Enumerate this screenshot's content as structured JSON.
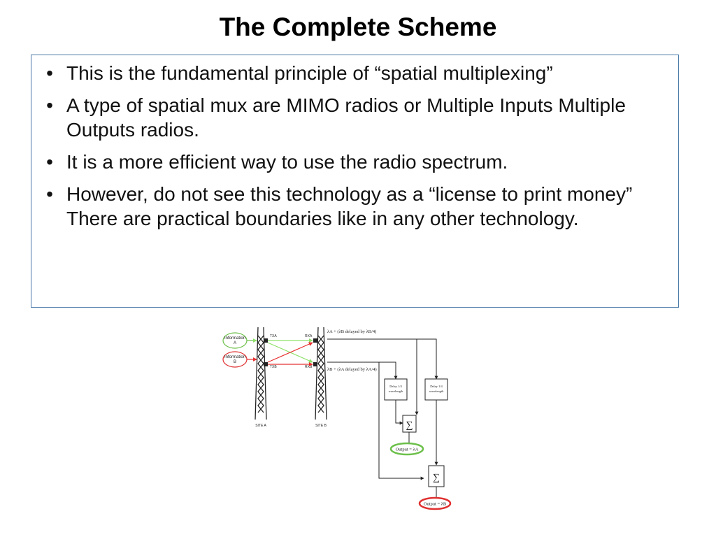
{
  "slide": {
    "title": "The Complete Scheme",
    "bullet_glyph": "•",
    "bullets": [
      "This is the fundamental principle of “spatial multiplexing”",
      "A type of spatial mux are MIMO radios or Multiple Inputs Multiple Outputs radios.",
      "It is a more efficient way to use the radio spectrum.",
      "However, do not see this technology as a “license to print money” There are practical boundaries like in any other technology."
    ]
  },
  "diagram": {
    "info_a": [
      "Information",
      "A"
    ],
    "info_b": [
      "Information",
      "B"
    ],
    "tx_a": "TXA",
    "tx_b": "TXB",
    "rx_a": "RXA",
    "rx_b": "RXB",
    "site_a": "SITE A",
    "site_b": "SITE B",
    "rx_a_signal": "λA + (λB delayed by λB/4)",
    "rx_b_signal": "λB + (λA delayed by λA/4)",
    "delay_box": [
      "Delay 1/4",
      "wavelength"
    ],
    "sum_symbol": "∑",
    "output_a": "Output = λA",
    "output_b": "Output = λB",
    "colors": {
      "info_a": "#6cc04a",
      "info_b": "#e03030",
      "link_a": "#8ee06a",
      "link_b": "#e83030",
      "box_border": "#4a78a8"
    }
  }
}
